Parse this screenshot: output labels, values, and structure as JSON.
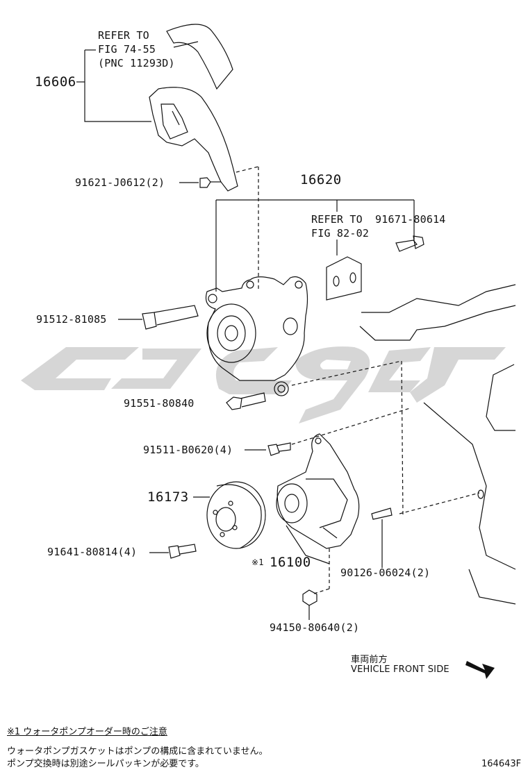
{
  "labels": {
    "refer_fig_74": [
      "REFER TO",
      "FIG 74-55",
      "(PNC 11293D)"
    ],
    "p16606": "16606",
    "p91621": "91621-J0612(2)",
    "p16620": "16620",
    "refer_fig_82": [
      "REFER TO",
      "FIG 82-02"
    ],
    "p91671": "91671-80614",
    "p91512": "91512-81085",
    "p91551": "91551-80840",
    "p91511": "91511-B0620(4)",
    "p16173": "16173",
    "p91641": "91641-80814(4)",
    "mark_note": "※1",
    "p16100": "16100",
    "p90126": "90126-06024(2)",
    "p94150": "94150-80640(2)",
    "front_jp": "車両前方",
    "front_en": "VEHICLE FRONT SIDE"
  },
  "note": {
    "title": "※1 ウォータポンプオーダー時のご注意",
    "line1": "ウォータポンプガスケットはポンプの構成に含まれていません。",
    "line2": "ポンプ交換時は別途シールパッキンが必要です。"
  },
  "figure_id": "164643F",
  "colors": {
    "line": "#111111",
    "watermark": "#d4d4d4"
  }
}
